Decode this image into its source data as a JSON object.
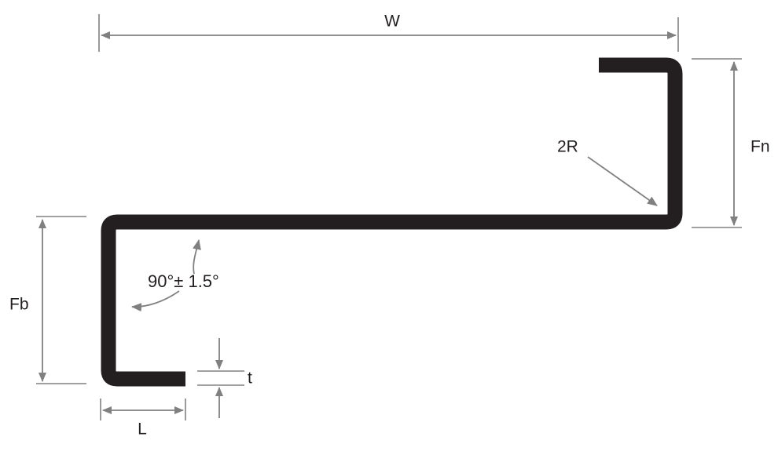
{
  "drawing": {
    "type": "engineering-cross-section-profile",
    "description": "Sheet metal C-channel / Z-profile cross-section with dimension callouts",
    "colors": {
      "profile_fill": "#231f20",
      "dimension_line": "#808080",
      "background": "#ffffff",
      "text": "#231f20"
    }
  },
  "dimensions": {
    "width": {
      "label": "W",
      "name": "overall-width",
      "orientation": "horizontal",
      "position": "top"
    },
    "near_flange": {
      "label": "Fn",
      "name": "near-flange-height",
      "orientation": "vertical",
      "position": "right"
    },
    "back_flange": {
      "label": "Fb",
      "name": "back-flange-height",
      "orientation": "vertical",
      "position": "left"
    },
    "lip_length": {
      "label": "L",
      "name": "lip-length",
      "orientation": "horizontal",
      "position": "bottom"
    },
    "thickness": {
      "label": "t",
      "name": "material-thickness",
      "orientation": "vertical",
      "position": "bottom-center"
    },
    "radius": {
      "label": "2R",
      "name": "bend-radius",
      "orientation": "leader",
      "position": "inner-right-corner"
    },
    "angle": {
      "label": "90°± 1.5°",
      "name": "bend-angle-tolerance",
      "orientation": "curved-leader",
      "position": "inner-left-corner"
    }
  }
}
